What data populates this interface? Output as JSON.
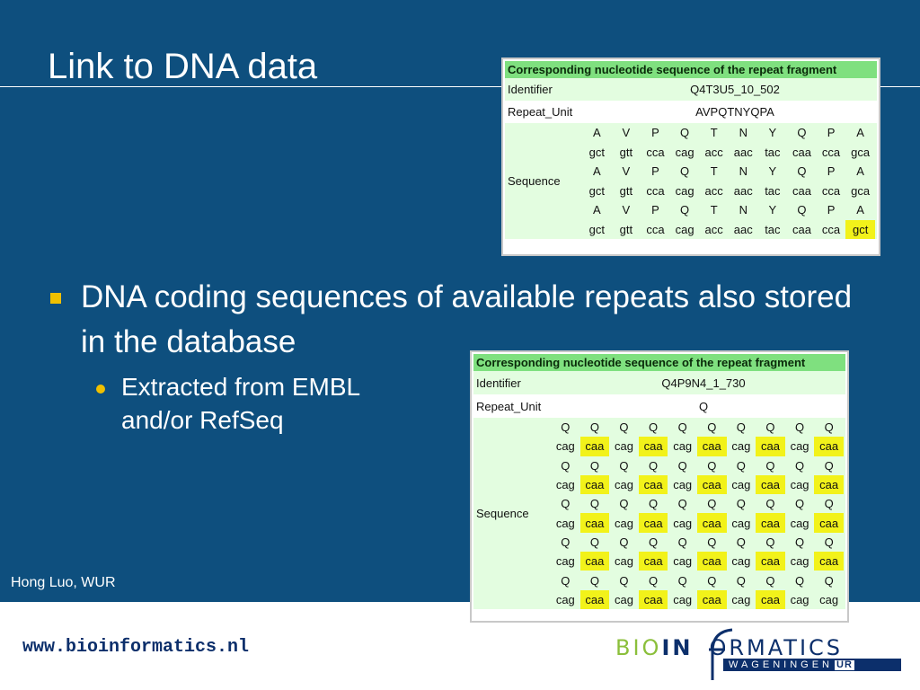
{
  "slide": {
    "title": "Link to DNA data",
    "bullet1": "DNA coding sequences of available repeats also stored in the database",
    "bullet2": "Extracted from EMBL\nand/or RefSeq",
    "author": "Hong Luo, WUR",
    "footer_url": "www.bioinformatics.nl"
  },
  "logo": {
    "part_bio": "BIO",
    "part_in": "IN",
    "part_rest": "ORMATICS",
    "wageningen": "WAGENINGEN",
    "ur": "UR"
  },
  "colors": {
    "background": "#0e4f7e",
    "bullet": "#f0c000",
    "table_header": "#7fe07f",
    "table_row": "#e3fde0",
    "highlight": "#f2f21a"
  },
  "table1": {
    "header": "Corresponding nucleotide sequence of the repeat fragment",
    "identifier_label": "Identifier",
    "identifier": "Q4T3U5_10_502",
    "repeat_label": "Repeat_Unit",
    "repeat_unit": "AVPQTNYQPA",
    "sequence_label": "Sequence",
    "rows": [
      [
        {
          "t": "A"
        },
        {
          "t": "V"
        },
        {
          "t": "P"
        },
        {
          "t": "Q"
        },
        {
          "t": "T"
        },
        {
          "t": "N"
        },
        {
          "t": "Y"
        },
        {
          "t": "Q"
        },
        {
          "t": "P"
        },
        {
          "t": "A"
        }
      ],
      [
        {
          "t": "gct"
        },
        {
          "t": "gtt"
        },
        {
          "t": "cca"
        },
        {
          "t": "cag"
        },
        {
          "t": "acc"
        },
        {
          "t": "aac"
        },
        {
          "t": "tac"
        },
        {
          "t": "caa"
        },
        {
          "t": "cca"
        },
        {
          "t": "gca"
        }
      ],
      [
        {
          "t": "A"
        },
        {
          "t": "V"
        },
        {
          "t": "P"
        },
        {
          "t": "Q"
        },
        {
          "t": "T"
        },
        {
          "t": "N"
        },
        {
          "t": "Y"
        },
        {
          "t": "Q"
        },
        {
          "t": "P"
        },
        {
          "t": "A"
        }
      ],
      [
        {
          "t": "gct"
        },
        {
          "t": "gtt"
        },
        {
          "t": "cca"
        },
        {
          "t": "cag"
        },
        {
          "t": "acc"
        },
        {
          "t": "aac"
        },
        {
          "t": "tac"
        },
        {
          "t": "caa"
        },
        {
          "t": "cca"
        },
        {
          "t": "gca"
        }
      ],
      [
        {
          "t": "A"
        },
        {
          "t": "V"
        },
        {
          "t": "P"
        },
        {
          "t": "Q"
        },
        {
          "t": "T"
        },
        {
          "t": "N"
        },
        {
          "t": "Y"
        },
        {
          "t": "Q"
        },
        {
          "t": "P"
        },
        {
          "t": "A"
        }
      ],
      [
        {
          "t": "gct"
        },
        {
          "t": "gtt"
        },
        {
          "t": "cca"
        },
        {
          "t": "cag"
        },
        {
          "t": "acc"
        },
        {
          "t": "aac"
        },
        {
          "t": "tac"
        },
        {
          "t": "caa"
        },
        {
          "t": "cca"
        },
        {
          "t": "gct",
          "hl": true
        }
      ]
    ]
  },
  "table2": {
    "header": "Corresponding nucleotide sequence of the repeat fragment",
    "identifier_label": "Identifier",
    "identifier": "Q4P9N4_1_730",
    "repeat_label": "Repeat_Unit",
    "repeat_unit": "Q",
    "sequence_label": "Sequence",
    "rows": [
      [
        {
          "t": "Q"
        },
        {
          "t": "Q"
        },
        {
          "t": "Q"
        },
        {
          "t": "Q"
        },
        {
          "t": "Q"
        },
        {
          "t": "Q"
        },
        {
          "t": "Q"
        },
        {
          "t": "Q"
        },
        {
          "t": "Q"
        },
        {
          "t": "Q"
        }
      ],
      [
        {
          "t": "cag"
        },
        {
          "t": "caa",
          "hl": true
        },
        {
          "t": "cag"
        },
        {
          "t": "caa",
          "hl": true
        },
        {
          "t": "cag"
        },
        {
          "t": "caa",
          "hl": true
        },
        {
          "t": "cag"
        },
        {
          "t": "caa",
          "hl": true
        },
        {
          "t": "cag"
        },
        {
          "t": "caa",
          "hl": true
        }
      ],
      [
        {
          "t": "Q"
        },
        {
          "t": "Q"
        },
        {
          "t": "Q"
        },
        {
          "t": "Q"
        },
        {
          "t": "Q"
        },
        {
          "t": "Q"
        },
        {
          "t": "Q"
        },
        {
          "t": "Q"
        },
        {
          "t": "Q"
        },
        {
          "t": "Q"
        }
      ],
      [
        {
          "t": "cag"
        },
        {
          "t": "caa",
          "hl": true
        },
        {
          "t": "cag"
        },
        {
          "t": "caa",
          "hl": true
        },
        {
          "t": "cag"
        },
        {
          "t": "caa",
          "hl": true
        },
        {
          "t": "cag"
        },
        {
          "t": "caa",
          "hl": true
        },
        {
          "t": "cag"
        },
        {
          "t": "caa",
          "hl": true
        }
      ],
      [
        {
          "t": "Q"
        },
        {
          "t": "Q"
        },
        {
          "t": "Q"
        },
        {
          "t": "Q"
        },
        {
          "t": "Q"
        },
        {
          "t": "Q"
        },
        {
          "t": "Q"
        },
        {
          "t": "Q"
        },
        {
          "t": "Q"
        },
        {
          "t": "Q"
        }
      ],
      [
        {
          "t": "cag"
        },
        {
          "t": "caa",
          "hl": true
        },
        {
          "t": "cag"
        },
        {
          "t": "caa",
          "hl": true
        },
        {
          "t": "cag"
        },
        {
          "t": "caa",
          "hl": true
        },
        {
          "t": "cag"
        },
        {
          "t": "caa",
          "hl": true
        },
        {
          "t": "cag"
        },
        {
          "t": "caa",
          "hl": true
        }
      ],
      [
        {
          "t": "Q"
        },
        {
          "t": "Q"
        },
        {
          "t": "Q"
        },
        {
          "t": "Q"
        },
        {
          "t": "Q"
        },
        {
          "t": "Q"
        },
        {
          "t": "Q"
        },
        {
          "t": "Q"
        },
        {
          "t": "Q"
        },
        {
          "t": "Q"
        }
      ],
      [
        {
          "t": "cag"
        },
        {
          "t": "caa",
          "hl": true
        },
        {
          "t": "cag"
        },
        {
          "t": "caa",
          "hl": true
        },
        {
          "t": "cag"
        },
        {
          "t": "caa",
          "hl": true
        },
        {
          "t": "cag"
        },
        {
          "t": "caa",
          "hl": true
        },
        {
          "t": "cag"
        },
        {
          "t": "caa",
          "hl": true
        }
      ],
      [
        {
          "t": "Q"
        },
        {
          "t": "Q"
        },
        {
          "t": "Q"
        },
        {
          "t": "Q"
        },
        {
          "t": "Q"
        },
        {
          "t": "Q"
        },
        {
          "t": "Q"
        },
        {
          "t": "Q"
        },
        {
          "t": "Q"
        },
        {
          "t": "Q"
        }
      ],
      [
        {
          "t": "cag"
        },
        {
          "t": "caa",
          "hl": true
        },
        {
          "t": "cag"
        },
        {
          "t": "caa",
          "hl": true
        },
        {
          "t": "cag"
        },
        {
          "t": "caa",
          "hl": true
        },
        {
          "t": "cag"
        },
        {
          "t": "caa",
          "hl": true
        },
        {
          "t": "cag"
        },
        {
          "t": "cag"
        }
      ]
    ]
  }
}
